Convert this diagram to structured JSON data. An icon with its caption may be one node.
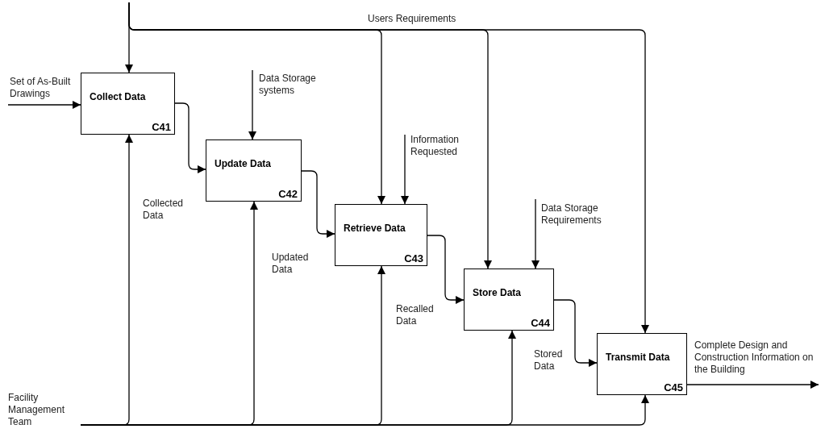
{
  "diagram": {
    "nodes": [
      {
        "text": [
          "Collect Data",
          "C41"
        ]
      },
      {
        "text": [
          "Update Data",
          "C42"
        ]
      },
      {
        "text": [
          "Retrieve Data",
          "C43"
        ]
      },
      {
        "text": [
          "Store Data",
          "C44"
        ]
      },
      {
        "text": [
          "Transmit Data",
          "C45"
        ]
      }
    ],
    "edges": [
      {
        "from": null,
        "to": 0,
        "arrow": "to",
        "label": "Set of As-Built Drawings"
      },
      {
        "from": null,
        "to": 0,
        "arrow": "to"
      },
      {
        "from": null,
        "to": 2,
        "arrow": "to",
        "label": "Users Requirements"
      },
      {
        "from": null,
        "to": 3,
        "arrow": "to"
      },
      {
        "from": null,
        "to": 4,
        "arrow": "to"
      },
      {
        "from": null,
        "to": 1,
        "arrow": "to",
        "label": "Data Storage systems"
      },
      {
        "from": null,
        "to": 2,
        "arrow": "to",
        "label": "Information Requested"
      },
      {
        "from": null,
        "to": 3,
        "arrow": "to",
        "label": "Data Storage Requirements"
      },
      {
        "from": 0,
        "to": 1,
        "arrow": "to",
        "label": "Collected Data"
      },
      {
        "from": 1,
        "to": 2,
        "arrow": "to",
        "label": "Updated Data"
      },
      {
        "from": 2,
        "to": 3,
        "arrow": "to",
        "label": "Recalled Data"
      },
      {
        "from": 3,
        "to": 4,
        "arrow": "to",
        "label": "Stored Data"
      },
      {
        "from": 4,
        "to": null,
        "arrow": "to",
        "label": "Complete Design and Construction Information on the Building"
      },
      {
        "from": null,
        "to": 0,
        "arrow": "to",
        "label": "Facility Management Team"
      },
      {
        "from": null,
        "to": 1,
        "arrow": "to"
      },
      {
        "from": null,
        "to": 2,
        "arrow": "to"
      },
      {
        "from": null,
        "to": 3,
        "arrow": "to"
      },
      {
        "from": null,
        "to": 4,
        "arrow": "to"
      }
    ]
  }
}
